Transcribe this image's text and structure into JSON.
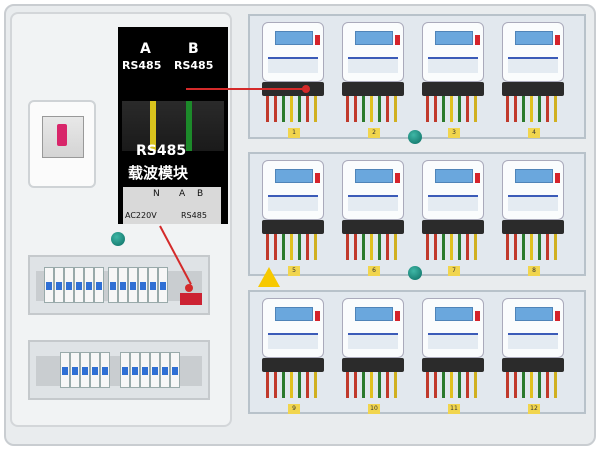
{
  "inset": {
    "label_a": "A",
    "label_b": "B",
    "rs485_a": "RS485",
    "rs485_b": "RS485",
    "module_line1": "RS485",
    "module_line2": "载波模块",
    "pcb_n": "N",
    "pcb_a": "A",
    "pcb_b": "B",
    "pcb_ac": "AC220V",
    "pcb_rs": "RS485"
  },
  "meters": {
    "count": 12,
    "row_tags": [
      "1",
      "2",
      "3",
      "4",
      "5",
      "6",
      "7",
      "8",
      "9",
      "10",
      "11",
      "12"
    ]
  },
  "colors": {
    "accent_red": "#d42a2a",
    "teal_knob": "#0b6c62",
    "breaker_blue": "#2f6fd4",
    "lcd_blue": "#6aa7dd"
  },
  "icons": [
    "hazard-warning-icon"
  ]
}
